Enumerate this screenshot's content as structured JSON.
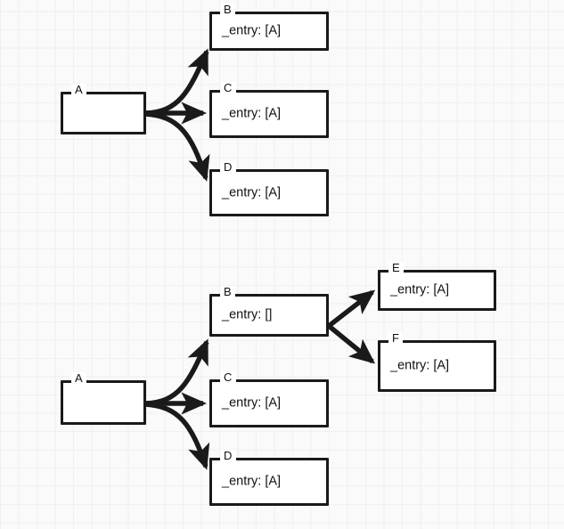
{
  "diagram": {
    "type": "object-reference-graph",
    "background": "#fafafa",
    "grid_color": "#f0f0f0",
    "stroke_color": "#1a1a1a",
    "node_fill": "#ffffff",
    "text_color": "#111111",
    "entry_key": "_entry",
    "figures": [
      {
        "id": "top",
        "nodes": [
          {
            "id": "A",
            "label": "A",
            "body": ""
          },
          {
            "id": "B",
            "label": "B",
            "body": "_entry: [A]"
          },
          {
            "id": "C",
            "label": "C",
            "body": "_entry: [A]"
          },
          {
            "id": "D",
            "label": "D",
            "body": "_entry: [A]"
          }
        ],
        "edges": [
          {
            "from": "A",
            "to": "B",
            "style": "curved",
            "arrow": "end"
          },
          {
            "from": "A",
            "to": "C",
            "style": "straight",
            "arrow": "end"
          },
          {
            "from": "A",
            "to": "D",
            "style": "curved",
            "arrow": "end"
          }
        ]
      },
      {
        "id": "bottom",
        "nodes": [
          {
            "id": "A2",
            "label": "A",
            "body": ""
          },
          {
            "id": "B2",
            "label": "B",
            "body": "_entry: []"
          },
          {
            "id": "C2",
            "label": "C",
            "body": "_entry: [A]"
          },
          {
            "id": "D2",
            "label": "D",
            "body": "_entry: [A]"
          },
          {
            "id": "E2",
            "label": "E",
            "body": "_entry: [A]"
          },
          {
            "id": "F2",
            "label": "F",
            "body": "_entry: [A]"
          }
        ],
        "edges": [
          {
            "from": "A",
            "to": "B",
            "style": "curved",
            "arrow": "end"
          },
          {
            "from": "A",
            "to": "C",
            "style": "straight",
            "arrow": "end"
          },
          {
            "from": "A",
            "to": "D",
            "style": "curved",
            "arrow": "end"
          },
          {
            "from": "B",
            "to": "E",
            "style": "straight",
            "arrow": "end"
          },
          {
            "from": "B",
            "to": "F",
            "style": "straight",
            "arrow": "end"
          }
        ]
      }
    ]
  }
}
